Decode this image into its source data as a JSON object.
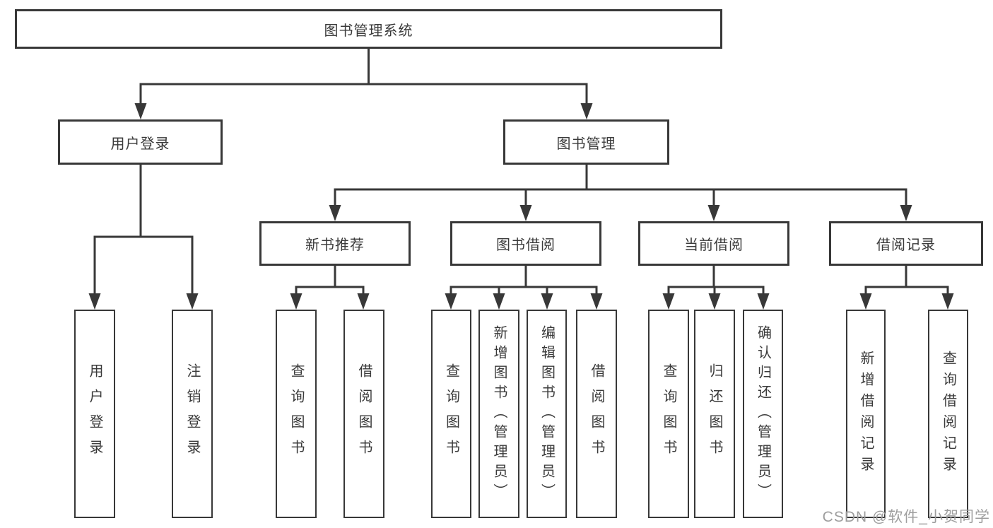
{
  "tree": {
    "root": "图书管理系统",
    "branches": [
      {
        "label": "用户登录",
        "children": [
          {
            "label": "用户登录"
          },
          {
            "label": "注销登录"
          }
        ]
      },
      {
        "label": "图书管理",
        "sections": [
          {
            "label": "新书推荐",
            "children": [
              {
                "label": "查询图书"
              },
              {
                "label": "借阅图书"
              }
            ]
          },
          {
            "label": "图书借阅",
            "children": [
              {
                "label": "查询图书"
              },
              {
                "label": "新增图书（管理员）"
              },
              {
                "label": "编辑图书（管理员）"
              },
              {
                "label": "借阅图书"
              }
            ]
          },
          {
            "label": "当前借阅",
            "children": [
              {
                "label": "查询图书"
              },
              {
                "label": "归还图书"
              },
              {
                "label": "确认归还（管理员）"
              }
            ]
          },
          {
            "label": "借阅记录",
            "children": [
              {
                "label": "新增借阅记录"
              },
              {
                "label": "查询借阅记录"
              }
            ]
          }
        ]
      }
    ]
  },
  "watermark": {
    "text": "CSDN @软件_小贺同学"
  },
  "colors": {
    "line": "#383838",
    "text": "#3a3a3a",
    "watermark": "#9e9e9e",
    "background": "#ffffff"
  }
}
